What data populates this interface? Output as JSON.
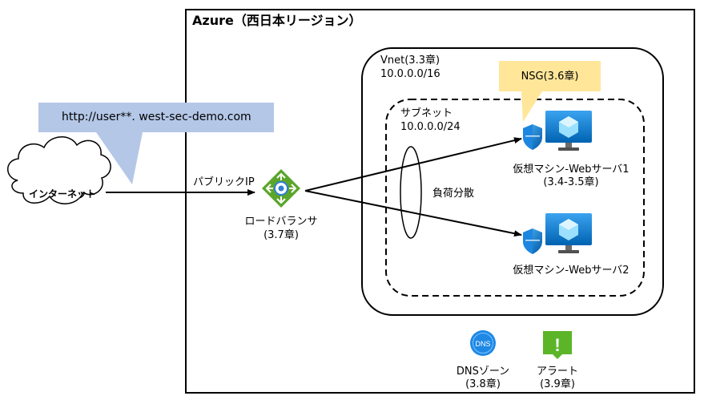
{
  "azure_region": {
    "title": "Azure（西日本リージョン）"
  },
  "callout_url": {
    "text": "http://user**. west-sec-demo.com"
  },
  "internet": {
    "label": "インターネット"
  },
  "public_ip": {
    "label": "パブリックIP"
  },
  "load_balancer": {
    "label": "ロードバランサ",
    "chapter": "(3.7章)"
  },
  "vnet": {
    "label": "Vnet(3.3章)",
    "cidr": "10.0.0.0/16"
  },
  "subnet": {
    "label": "サブネット",
    "cidr": "10.0.0.0/24"
  },
  "nsg": {
    "label": "NSG(3.6章)"
  },
  "load_distribution": {
    "label": "負荷分散"
  },
  "vm1": {
    "label": "仮想マシン-Webサーバ1",
    "chapter": "(3.4-3.5章)"
  },
  "vm2": {
    "label": "仮想マシン-Webサーバ2"
  },
  "dns": {
    "icon_text": "DNS",
    "label": "DNSゾーン",
    "chapter": "(3.8章)"
  },
  "alert": {
    "icon_text": "!",
    "label": "アラート",
    "chapter": "(3.9章)"
  },
  "colors": {
    "callout_fill": "#b4c7e7",
    "nsg_fill": "#ffe699",
    "azure_blue": "#0078d4",
    "lb_green": "#5aa52a",
    "alert_green": "#5bb527"
  }
}
